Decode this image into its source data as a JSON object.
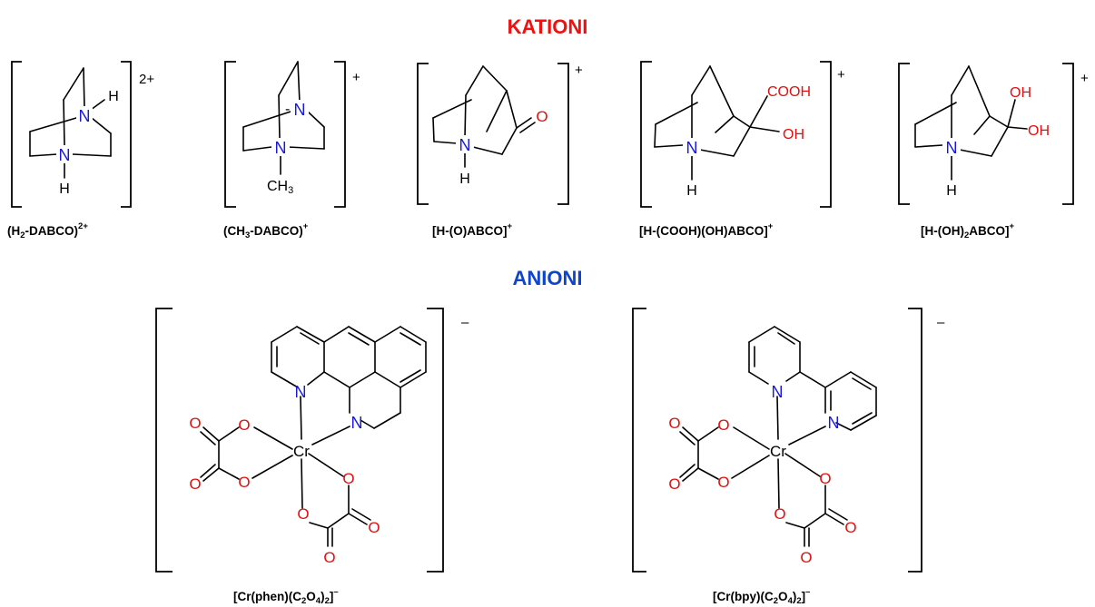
{
  "headings": {
    "cations": "KATIONI",
    "anions": "ANIONI",
    "cations_color": "#ee1111",
    "anions_color": "#1144cc"
  },
  "atoms": {
    "N": "N",
    "H": "H",
    "O": "O",
    "Cr": "Cr",
    "CH": "CH",
    "three": "3",
    "COOH": "COOH",
    "OH": "OH",
    "N_color": "#1a1ad6",
    "O_color": "#e01010"
  },
  "charges": {
    "two_plus": "2+",
    "plus": "+",
    "minus": "–"
  },
  "captions": {
    "h2dabco": {
      "a": "(H",
      "b": "2",
      "c": "-DABCO)",
      "d": "2+"
    },
    "ch3dabco": {
      "a": "(CH",
      "b": "3",
      "c": "-DABCO)",
      "d": "+"
    },
    "hoabco": {
      "a": "[H-(O)ABCO]",
      "d": "+"
    },
    "hcoohohabco": {
      "a": "[H-(COOH)(OH)ABCO]",
      "d": "+"
    },
    "hoh2abco": {
      "a": "[H-(OH)",
      "b": "2",
      "c": "ABCO]",
      "d": "+"
    },
    "crphen": {
      "a": "[Cr(phen)(C",
      "b": "2",
      "c": "O",
      "e": "4",
      "f": ")",
      "g": "2",
      "h": "]",
      "d": "–"
    },
    "crbpy": {
      "a": "[Cr(bpy)(C",
      "b": "2",
      "c": "O",
      "e": "4",
      "f": ")",
      "g": "2",
      "h": "]",
      "d": "–"
    }
  }
}
